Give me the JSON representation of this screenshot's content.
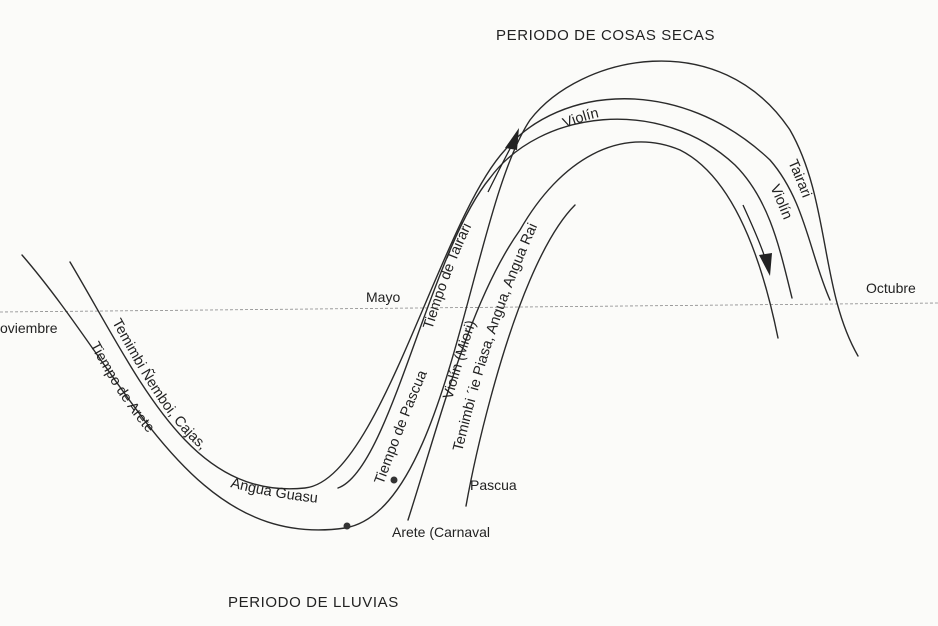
{
  "periods": {
    "dry": "PERIODO DE COSAS SECAS",
    "rain": "PERIODO DE LLUVIAS"
  },
  "markers": {
    "november": "oviembre",
    "may": "Mayo",
    "october": "Octubre",
    "easter": "Pascua",
    "carnival": "Arete (Carnaval"
  },
  "bands": {
    "outer_left": "Tiempo de Arete",
    "inner_left_a": "Temimbi Ñemboi, Cajas,",
    "inner_left_b": "Angua Guasu",
    "rise_outer_a": "Tiempo de Pascua",
    "rise_outer_b": "Tiempo de Tairari",
    "rise_middle": "Violín (Miori)",
    "rise_inner": "Temimbi ´ie Piasa, Angua, Angua Rai",
    "top_middle": "Violín",
    "descent_outer": "Tairari",
    "descent_inner": "Violín"
  },
  "colors": {
    "ink": "#222222",
    "paper": "#fbfbf9"
  }
}
